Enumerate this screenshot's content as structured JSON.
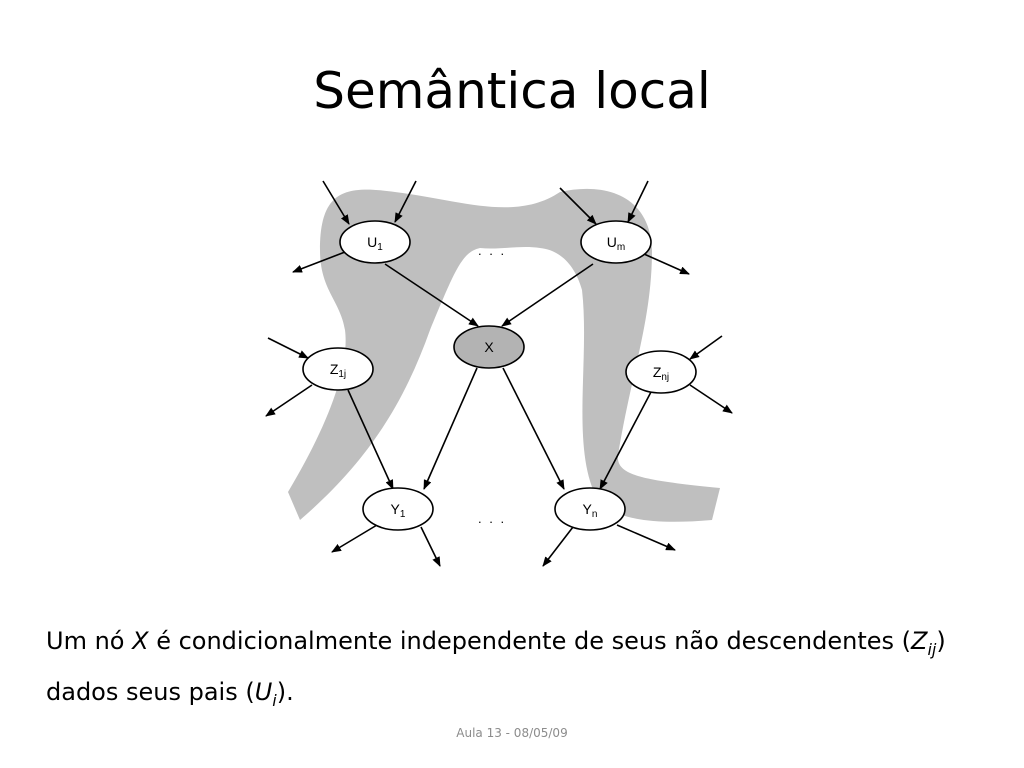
{
  "slide": {
    "title": "Semântica local",
    "footer": "Aula 13 - 08/05/09"
  },
  "diagram": {
    "nodes": [
      {
        "id": "U1",
        "main": "U",
        "sub": "1"
      },
      {
        "id": "Um",
        "main": "U",
        "sub": "m"
      },
      {
        "id": "X",
        "main": "X",
        "sub": ""
      },
      {
        "id": "Z1j",
        "main": "Z",
        "sub": "1j"
      },
      {
        "id": "Znj",
        "main": "Z",
        "sub": "nj"
      },
      {
        "id": "Y1",
        "main": "Y",
        "sub": "1"
      },
      {
        "id": "Yn",
        "main": "Y",
        "sub": "n"
      }
    ],
    "ellipsis": ". . .",
    "colors": {
      "band": "#bfbfbf",
      "x_node": "#b3b3b3",
      "node": "#ffffff",
      "stroke": "#000000"
    }
  },
  "body": {
    "p1": "Um nó ",
    "x": "X",
    "p2": " é condicionalmente independente de seus não descendentes (",
    "z": "Z",
    "z_sub": "ij",
    "p3": ") dados seus pais (",
    "u": "U",
    "u_sub": "i",
    "p4": ")."
  }
}
